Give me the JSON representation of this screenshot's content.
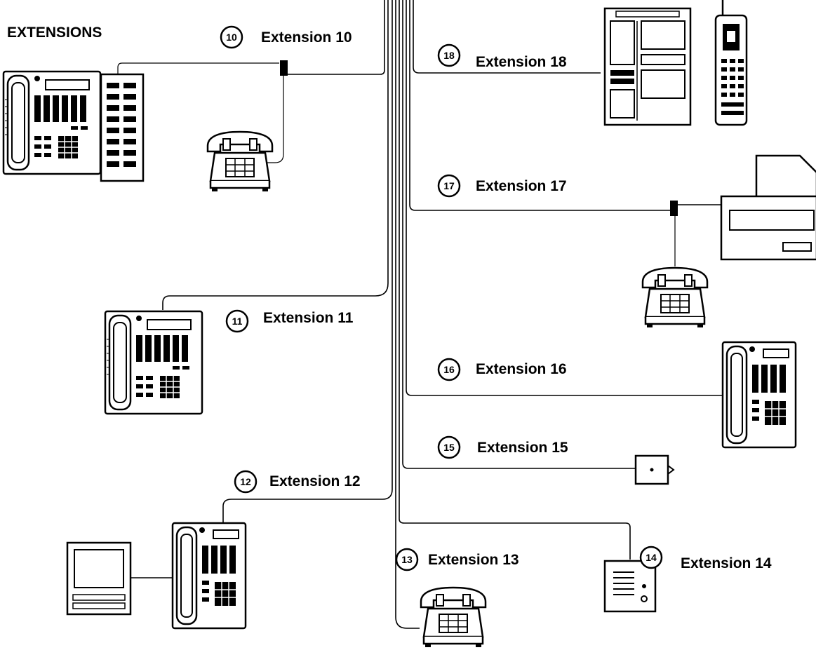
{
  "title": "EXTENSIONS",
  "extensions": [
    {
      "number": "10",
      "label": "Extension 10"
    },
    {
      "number": "11",
      "label": "Extension 11"
    },
    {
      "number": "12",
      "label": "Extension 12"
    },
    {
      "number": "13",
      "label": "Extension 13"
    },
    {
      "number": "14",
      "label": "Extension 14"
    },
    {
      "number": "15",
      "label": "Extension 15"
    },
    {
      "number": "16",
      "label": "Extension 16"
    },
    {
      "number": "17",
      "label": "Extension 17"
    },
    {
      "number": "18",
      "label": "Extension 18"
    }
  ]
}
